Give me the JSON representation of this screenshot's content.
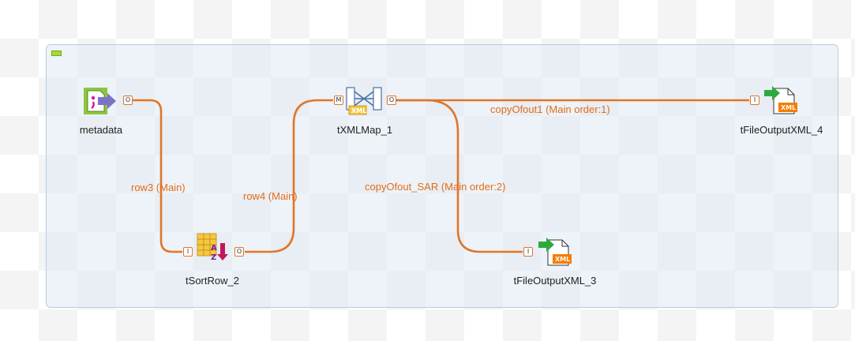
{
  "components": {
    "metadata": {
      "label": "metadata",
      "icon": "delimited-file-input-icon"
    },
    "sort": {
      "label": "tSortRow_2",
      "icon": "sort-row-icon"
    },
    "xmlmap": {
      "label": "tXMLMap_1",
      "icon": "xml-map-icon",
      "badge": "XML"
    },
    "out4": {
      "label": "tFileOutputXML_4",
      "icon": "xml-file-output-icon",
      "badge": "XML"
    },
    "out3": {
      "label": "tFileOutputXML_3",
      "icon": "xml-file-output-icon",
      "badge": "XML"
    }
  },
  "ports": {
    "in": "I",
    "out": "O",
    "main": "M"
  },
  "sort_glyph": {
    "top": "A",
    "bottom": "Z"
  },
  "links": {
    "row3": "row3 (Main)",
    "row4": "row4 (Main)",
    "copy1": "copyOfout1 (Main order:1)",
    "copy2": "copyOfout_SAR (Main order:2)"
  },
  "colors": {
    "link": "#e0762a",
    "link_label": "#e56b16",
    "subjob_fill": "#deeaf2",
    "collapse": "#a8d934"
  }
}
